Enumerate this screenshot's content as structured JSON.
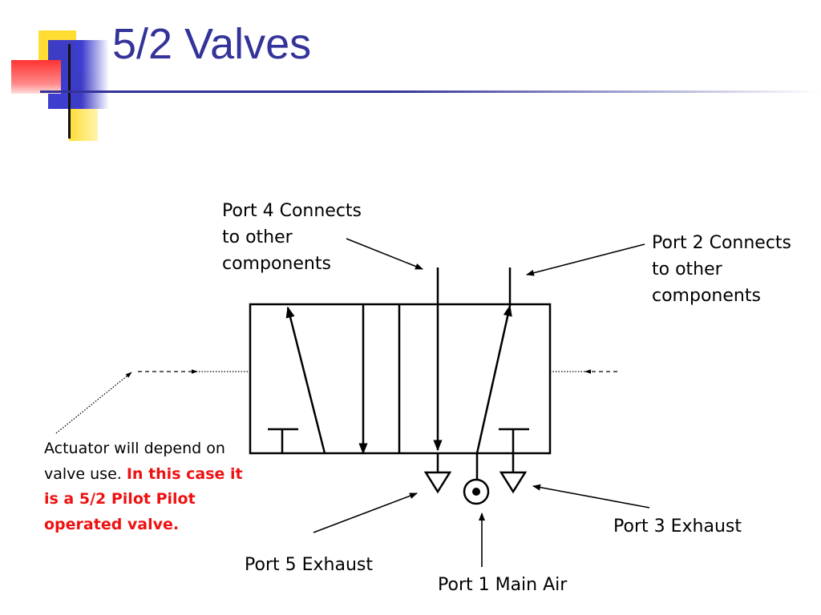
{
  "slide": {
    "title": "5/2 Valves"
  },
  "labels": {
    "port4": [
      "Port 4 Connects",
      "to other",
      "components"
    ],
    "port2": [
      "Port 2 Connects",
      "to other",
      "components"
    ],
    "port5": "Port 5 Exhaust",
    "port3": "Port 3 Exhaust",
    "port1": "Port 1 Main Air"
  },
  "note": {
    "text": "Actuator will depend on valve use.",
    "highlight": "In this case it is a 5/2 Pilot Pilot operated valve."
  },
  "colors": {
    "title": "#333399",
    "highlight": "#ee1111",
    "deco_yellow": "#ffdd33",
    "deco_blue": "#3333cc",
    "deco_red": "#ff3333"
  }
}
